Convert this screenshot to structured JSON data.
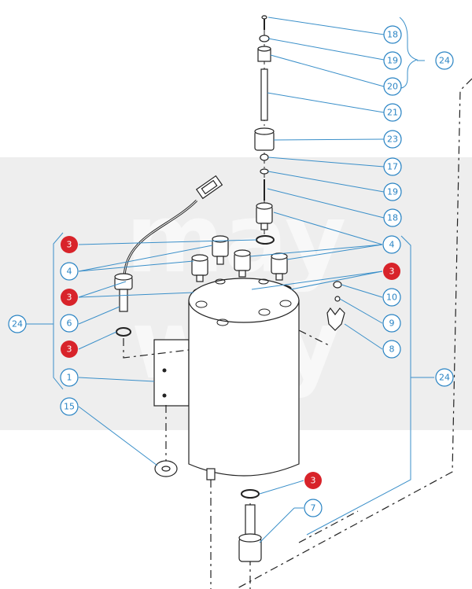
{
  "watermark": {
    "line1": "may",
    "line2": "way"
  },
  "colors": {
    "callout_blue": "#2a84c4",
    "highlight_red": "#d8232a",
    "background_band": "#eeeeee"
  },
  "callouts": [
    {
      "id": "c18a",
      "label": "18",
      "highlight": false
    },
    {
      "id": "c19a",
      "label": "19",
      "highlight": false
    },
    {
      "id": "c24a",
      "label": "24",
      "highlight": false
    },
    {
      "id": "c20",
      "label": "20",
      "highlight": false
    },
    {
      "id": "c21",
      "label": "21",
      "highlight": false
    },
    {
      "id": "c23",
      "label": "23",
      "highlight": false
    },
    {
      "id": "c17",
      "label": "17",
      "highlight": false
    },
    {
      "id": "c19b",
      "label": "19",
      "highlight": false
    },
    {
      "id": "c18b",
      "label": "18",
      "highlight": false
    },
    {
      "id": "c3a",
      "label": "3",
      "highlight": true
    },
    {
      "id": "c4a",
      "label": "4",
      "highlight": false
    },
    {
      "id": "c4b",
      "label": "4",
      "highlight": false
    },
    {
      "id": "c3b",
      "label": "3",
      "highlight": true
    },
    {
      "id": "c3c",
      "label": "3",
      "highlight": true
    },
    {
      "id": "c10",
      "label": "10",
      "highlight": false
    },
    {
      "id": "c24b",
      "label": "24",
      "highlight": false
    },
    {
      "id": "c6",
      "label": "6",
      "highlight": false
    },
    {
      "id": "c9",
      "label": "9",
      "highlight": false
    },
    {
      "id": "c3d",
      "label": "3",
      "highlight": true
    },
    {
      "id": "c8",
      "label": "8",
      "highlight": false
    },
    {
      "id": "c1",
      "label": "1",
      "highlight": false
    },
    {
      "id": "c24c",
      "label": "24",
      "highlight": false
    },
    {
      "id": "c15",
      "label": "15",
      "highlight": false
    },
    {
      "id": "c3e",
      "label": "3",
      "highlight": true
    },
    {
      "id": "c7",
      "label": "7",
      "highlight": false
    }
  ]
}
